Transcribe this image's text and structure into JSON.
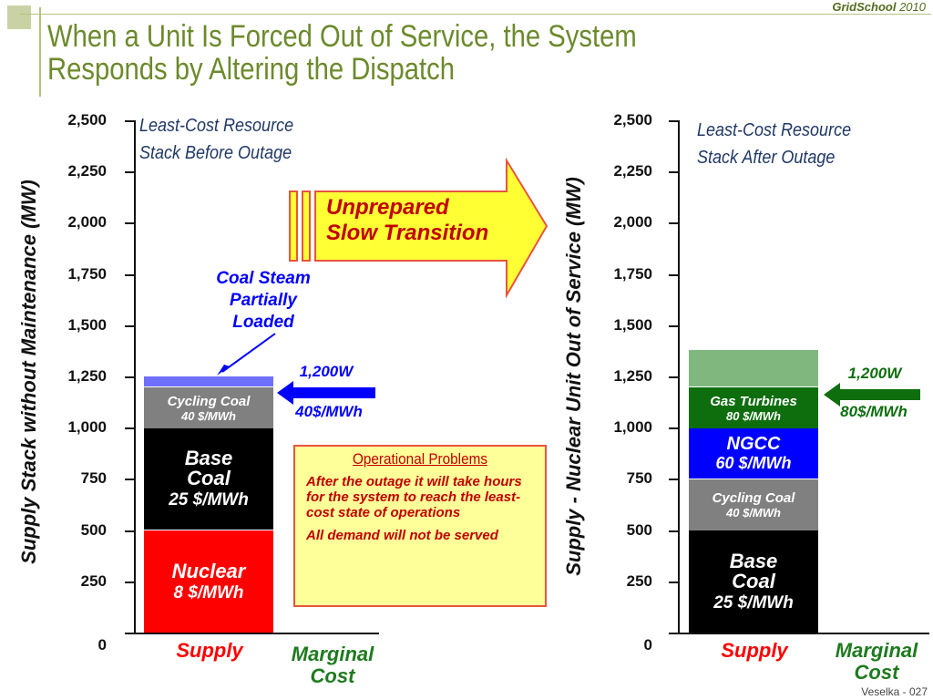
{
  "header": {
    "brand_bold": "GridSchool",
    "brand_year": " 2010",
    "title_line1": "When a Unit Is Forced Out of Service, the System",
    "title_line2": "Responds by Altering the Dispatch"
  },
  "footer": {
    "credit": "Veselka  - 027"
  },
  "annotations": {
    "arrow_line1": "Unprepared",
    "arrow_line2": "Slow Transition",
    "coal_steam_line1": "Coal Steam",
    "coal_steam_line2": "Partially",
    "coal_steam_line3": "Loaded",
    "demand_left_mw": "1,200W",
    "demand_left_price": "40$/MWh",
    "demand_right_mw": "1,200W",
    "demand_right_price": "80$/MWh",
    "op_title": "Operational Problems",
    "op_text1": "After the outage it will take hours for the system to reach the least-cost state of operations",
    "op_text2": "All demand will not be served"
  },
  "colors": {
    "nuclear": "#ff0000",
    "base_coal": "#000000",
    "cycling_coal": "#808080",
    "coal_partial": "#6f6fff",
    "ngcc": "#0000ff",
    "gas_turbines": "#0e6e0e",
    "gas_reserve": "#7fb77f",
    "arrow_fill": "#ffff33",
    "arrow_stroke": "#e8543f",
    "supply_label": "#ff0000",
    "marginal_label": "#1e7a1e",
    "demand_arrow_left": "#0000ff",
    "demand_arrow_right": "#0e6e0e"
  },
  "chart_data": [
    {
      "type": "bar",
      "stacked": true,
      "caption_line1": "Least-Cost Resource",
      "caption_line2": "Stack Before Outage",
      "ylabel": "Supply Stack without Maintenance (MW)",
      "ylim": [
        0,
        2500
      ],
      "yticks": [
        0,
        250,
        500,
        750,
        1000,
        1250,
        1500,
        1750,
        2000,
        2250,
        2500
      ],
      "ytick_labels": [
        "0",
        "250",
        "500",
        "750",
        "1,000",
        "1,250",
        "1,500",
        "1,750",
        "2,000",
        "2,250",
        "2,500"
      ],
      "categories": [
        "Supply",
        "Marginal Cost"
      ],
      "category_lines": [
        [
          "Supply"
        ],
        [
          "Marginal",
          "Cost"
        ]
      ],
      "segments": [
        {
          "key": "nuclear",
          "name": "Nuclear",
          "price": "8 $/MWh",
          "from": 0,
          "to": 500
        },
        {
          "key": "base_coal",
          "name": "Base Coal",
          "price": "25 $/MWh",
          "from": 500,
          "to": 1000
        },
        {
          "key": "cycling_coal",
          "name": "Cycling Coal",
          "price": "40 $/MWh",
          "from": 1000,
          "to": 1200
        },
        {
          "key": "coal_partial",
          "name": "",
          "price": "",
          "from": 1200,
          "to": 1250
        }
      ]
    },
    {
      "type": "bar",
      "stacked": true,
      "caption_line1": "Least-Cost Resource",
      "caption_line2": "Stack After Outage",
      "ylabel": "Supply - Nuclear Unit Out of Service (MW)",
      "ylim": [
        0,
        2500
      ],
      "yticks": [
        0,
        250,
        500,
        750,
        1000,
        1250,
        1500,
        1750,
        2000,
        2250,
        2500
      ],
      "ytick_labels": [
        "0",
        "250",
        "500",
        "750",
        "1,000",
        "1,250",
        "1,500",
        "1,750",
        "2,000",
        "2,250",
        "2,500"
      ],
      "categories": [
        "Supply",
        "Marginal Cost"
      ],
      "category_lines": [
        [
          "Supply"
        ],
        [
          "Marginal",
          "Cost"
        ]
      ],
      "segments": [
        {
          "key": "base_coal",
          "name": "Base Coal",
          "price": "25 $/MWh",
          "from": 0,
          "to": 500
        },
        {
          "key": "cycling_coal",
          "name": "Cycling Coal",
          "price": "40 $/MWh",
          "from": 500,
          "to": 750
        },
        {
          "key": "ngcc",
          "name": "NGCC",
          "price": "60 $/MWh",
          "from": 750,
          "to": 1000
        },
        {
          "key": "gas_turbines",
          "name": "Gas Turbines",
          "price": "80 $/MWh",
          "from": 1000,
          "to": 1200
        },
        {
          "key": "gas_reserve",
          "name": "",
          "price": "",
          "from": 1200,
          "to": 1380
        }
      ]
    }
  ]
}
